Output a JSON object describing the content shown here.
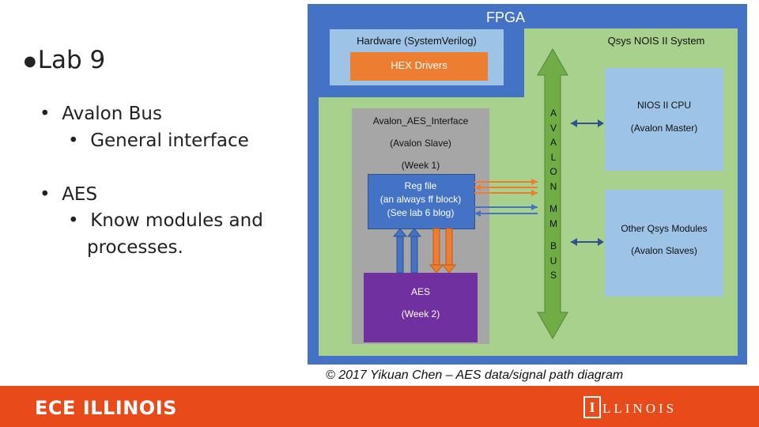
{
  "slide": {
    "title": "Lab 9",
    "bullets": [
      {
        "text": "Avalon Bus",
        "sub": [
          "General interface"
        ]
      },
      {
        "text": "AES",
        "sub": [
          "Know modules and",
          "processes."
        ]
      }
    ]
  },
  "diagram": {
    "fpga_label": "FPGA",
    "hardware_label": "Hardware (SystemVerilog)",
    "hex_drivers": "HEX Drivers",
    "qsys_label": "Qsys NOIS  II System",
    "aes_interface": [
      "Avalon_AES_Interface",
      "(Avalon Slave)",
      "(Week 1)"
    ],
    "reg_file": [
      "Reg  file",
      "(an always  ff block)",
      "(See lab 6 blog)"
    ],
    "aes_block": [
      "AES",
      "(Week 2)"
    ],
    "bus_letters": [
      "A",
      "V",
      "A",
      "L",
      "O",
      "N",
      "",
      "M",
      "M",
      "",
      "B",
      "U",
      "S"
    ],
    "nios_cpu": [
      "NIOS II CPU",
      "(Avalon Master)"
    ],
    "other_modules": [
      "Other Qsys Modules",
      "(Avalon Slaves)"
    ],
    "colors": {
      "fpga": "#4472c4",
      "green": "#a9d18e",
      "hex": "#ed7d31",
      "purple": "#7030a0",
      "gray": "#a6a6a6",
      "light_blue": "#9dc3e6",
      "reg_blue": "#4472c4",
      "arrow_green": "#70ad47"
    }
  },
  "caption": "© 2017 Yikuan Chen – AES data/signal path diagram",
  "footer": {
    "left": "ECE ILLINOIS",
    "logo_letter": "I",
    "right": "LLINOIS"
  }
}
